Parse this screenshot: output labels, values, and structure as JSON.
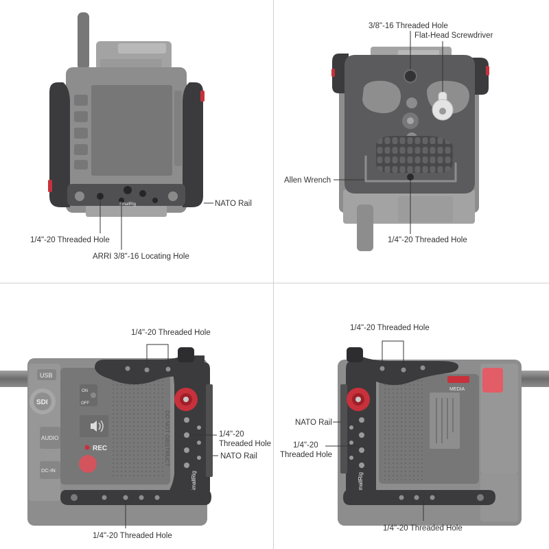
{
  "panels": {
    "front_view": {
      "logo": "SmallRig",
      "callouts": {
        "nato_rail": "NATO Rail",
        "threaded_hole": "1/4\"-20 Threaded Hole",
        "locating_hole": "ARRI 3/8\"-16 Locating Hole"
      }
    },
    "back_view": {
      "callouts": {
        "threaded_hole_3_8": "3/8\"-16 Threaded Hole",
        "screwdriver": "Flat-Head Screwdriver",
        "allen_wrench": "Allen Wrench",
        "threaded_hole_1_4": "1/4\"-20 Threaded Hole"
      }
    },
    "left_view": {
      "logo": "SmallRig",
      "camera_labels": {
        "usb": "USB",
        "sdi": "SDI",
        "audio": "AUDIO",
        "dc_in": "DC-IN",
        "rec": "REC",
        "on": "ON",
        "off": "OFF",
        "warning": "DO NOT OBSTRUCT"
      },
      "callouts": {
        "top_threaded_hole": "1/4\"-20 Threaded Hole",
        "side_threaded_hole": [
          "1/4\"-20",
          "Threaded Hole"
        ],
        "nato_rail": "NATO Rail",
        "bottom_threaded_hole": "1/4\"-20 Threaded Hole"
      }
    },
    "right_view": {
      "logo": "SmallRig",
      "camera_labels": {
        "media": "MEDIA"
      },
      "callouts": {
        "top_threaded_hole": "1/4\"-20 Threaded Hole",
        "nato_rail": "NATO Rail",
        "side_threaded_hole": [
          "1/4\"-20",
          "Threaded Hole"
        ],
        "bottom_threaded_hole": "1/4\"-20 Threaded Hole"
      }
    }
  },
  "icons": {
    "speaker": "speaker-icon"
  },
  "colors": {
    "camera_body": "#8d8d8d",
    "camera_light": "#a3a3a3",
    "camera_dark": "#777777",
    "cage": "#3b3b3d",
    "cage_mid": "#505052",
    "plate": "#5b5b5d",
    "plate_light": "#8e8e8e",
    "accent_red": "#c8313b",
    "label_text": "#333333",
    "divider": "#d0d0d0"
  }
}
